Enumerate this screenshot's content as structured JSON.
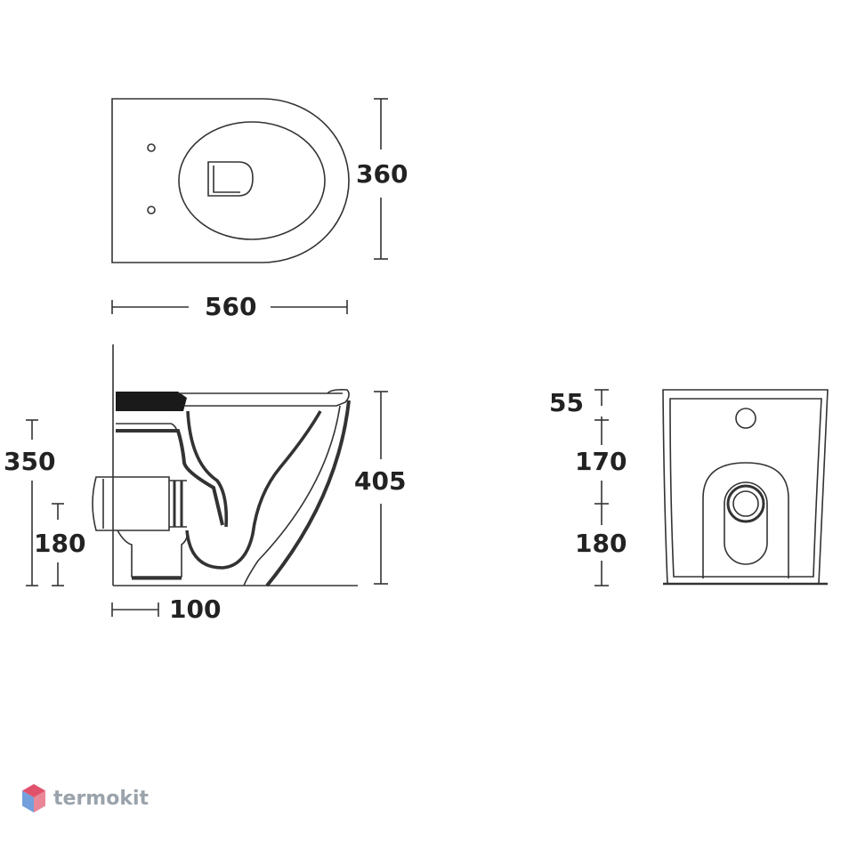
{
  "top_view": {
    "width_label": "560",
    "depth_label": "360"
  },
  "side_view": {
    "total_height_label": "350",
    "outlet_height_label": "180",
    "bowl_height_label": "405",
    "outlet_offset_label": "100"
  },
  "back_view": {
    "top_label": "55",
    "middle_label": "170",
    "bottom_label": "180"
  },
  "brand": {
    "name": "termokit"
  },
  "colors": {
    "line": "#333333",
    "fill_dark": "#1a1a1a",
    "brand_gray": "#9aa3ab",
    "logo_red": "#e0526b",
    "logo_blue": "#5b8fd6"
  }
}
